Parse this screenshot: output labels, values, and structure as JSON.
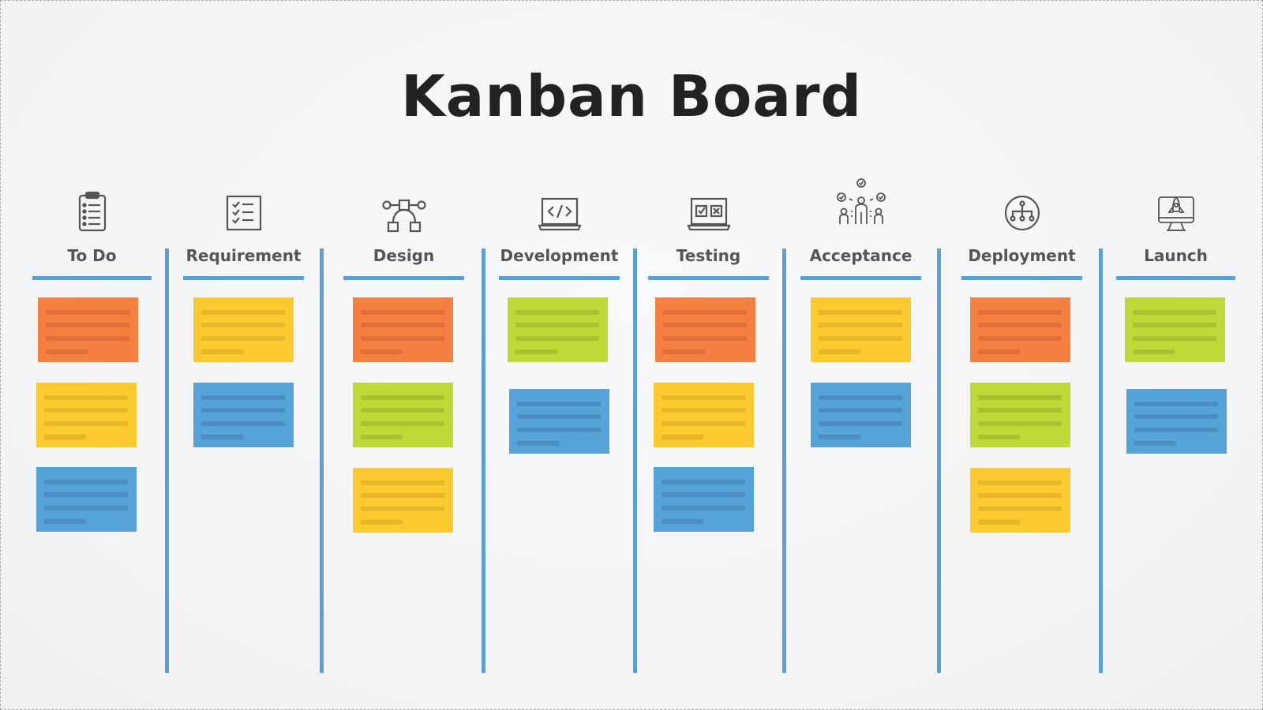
{
  "title": "Kanban Board",
  "colors": {
    "orange": "#f48042",
    "yellow": "#fcca2e",
    "green": "#bfd938",
    "blue": "#56a3da",
    "accent_line": "#5b9fd3",
    "title_text": "#222222",
    "label_text": "#555555"
  },
  "columns": [
    {
      "label": "To Do",
      "icon": "clipboard-list-icon",
      "cards": [
        "orange",
        "yellow",
        "blue"
      ]
    },
    {
      "label": "Requirement",
      "icon": "checklist-icon",
      "cards": [
        "yellow",
        "blue"
      ]
    },
    {
      "label": "Design",
      "icon": "bezier-curve-icon",
      "cards": [
        "orange",
        "green",
        "yellow"
      ]
    },
    {
      "label": "Development",
      "icon": "laptop-code-icon",
      "cards": [
        "green",
        "blue"
      ]
    },
    {
      "label": "Testing",
      "icon": "laptop-check-icon",
      "cards": [
        "orange",
        "yellow",
        "blue"
      ]
    },
    {
      "label": "Acceptance",
      "icon": "team-approval-icon",
      "cards": [
        "yellow",
        "blue"
      ]
    },
    {
      "label": "Deployment",
      "icon": "network-hierarchy-icon",
      "cards": [
        "orange",
        "green",
        "yellow"
      ]
    },
    {
      "label": "Launch",
      "icon": "monitor-rocket-icon",
      "cards": [
        "green",
        "blue"
      ]
    }
  ]
}
